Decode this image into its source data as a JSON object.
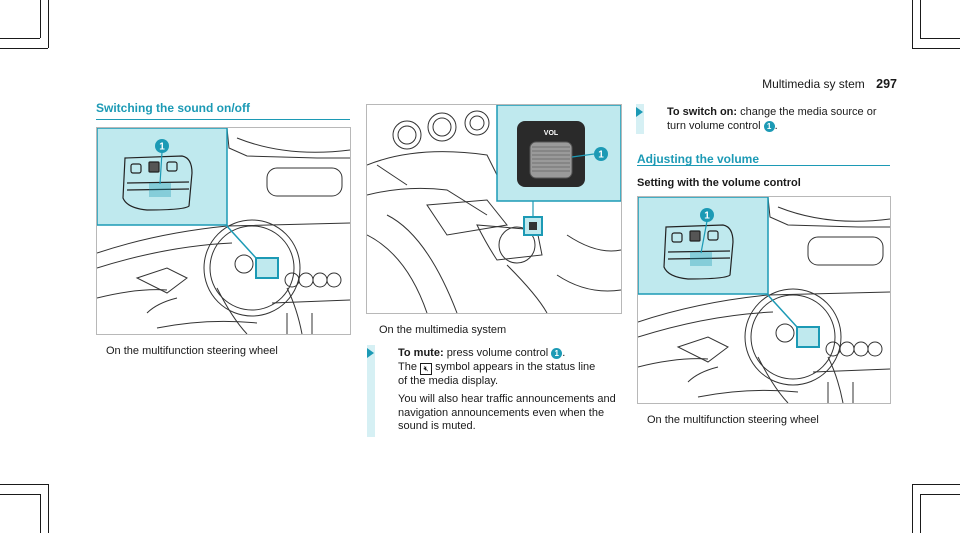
{
  "running_head": {
    "title": "Multimedia sy stem",
    "page_number": "297"
  },
  "left_column": {
    "heading": "Switching the sound on/off",
    "figure_caption": "On the multifunction steering wheel"
  },
  "middle_column": {
    "figure_caption": "On the multimedia system",
    "vol_label": "VOL",
    "step": {
      "label": "To mute:",
      "text_before_badge": "press volume control",
      "badge": "1",
      "text_after_badge": ".",
      "symbol_line_before": "The",
      "symbol_line_after": "symbol appears in the status line",
      "line3": "of the media display.",
      "para2_line1": "You will also hear traffic announcements and",
      "para2_line2": "navigation announcements even when the",
      "para2_line3": "sound is muted."
    }
  },
  "right_column": {
    "step": {
      "label": "To switch on:",
      "text_line1": "change the media source or",
      "text_line2_before_badge": "turn volume control",
      "badge": "1",
      "text_line2_after_badge": "."
    },
    "heading": "Adjusting the volume",
    "subheading": "Setting with the volume control",
    "figure_caption": "On the multifunction steering wheel"
  },
  "callout_number": "1",
  "colors": {
    "accent": "#1c9ab5",
    "inset_background": "#bfe9ee",
    "step_bar": "#d6f0f4"
  }
}
